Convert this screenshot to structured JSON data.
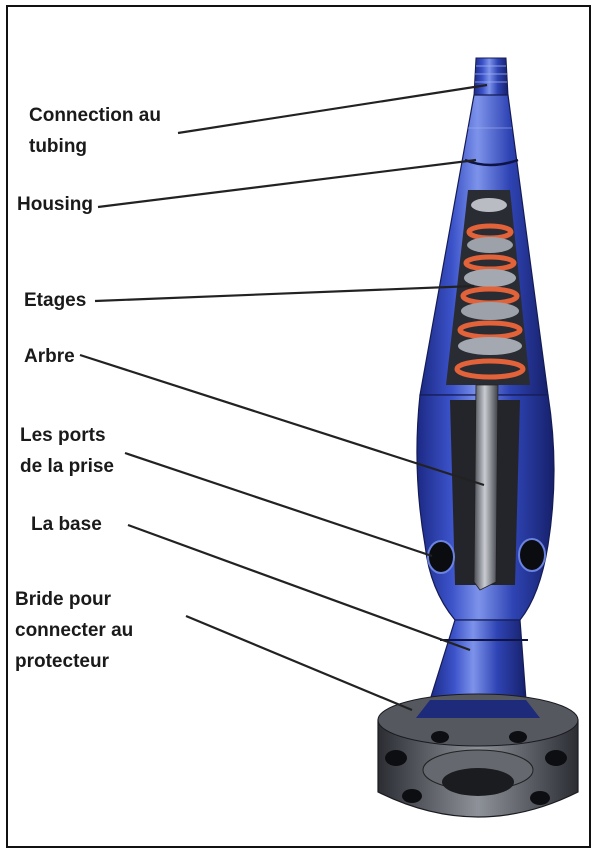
{
  "labels": {
    "connection": "Connection au\ntubing",
    "housing": "Housing",
    "etages": "Etages",
    "arbre": "Arbre",
    "ports": "Les ports\nde la prise",
    "base": "La base",
    "bride": "Bride pour\nconnecter au\nprotecteur"
  },
  "colors": {
    "housing_blue": "#2c3ea8",
    "highlight_blue": "#6a82e0",
    "dark_blue": "#182370",
    "stage_orange": "#e2623a",
    "steel": "#8a8d94",
    "flange_dark": "#3b3d44"
  }
}
